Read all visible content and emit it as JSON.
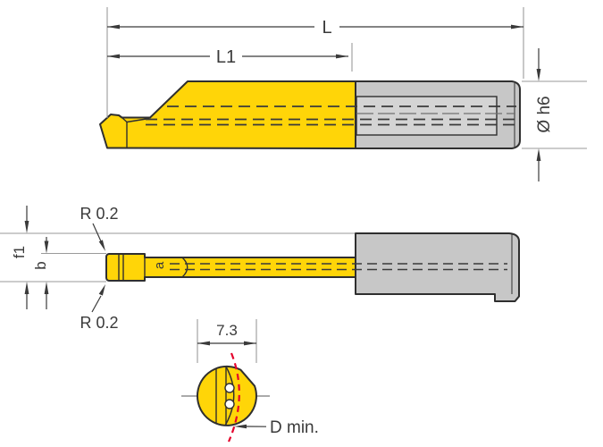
{
  "drawing": {
    "labels": {
      "overall_length": "L",
      "head_length": "L1",
      "shank_diameter": "Ø h6",
      "radius_top": "R 0.2",
      "radius_bottom": "R 0.2",
      "f1": "f1",
      "b": "b",
      "head_width": "7.3",
      "min_bore": "D min.",
      "marking": "a"
    },
    "colors": {
      "tool_yellow": "#FFD508",
      "shank_gray": "#C7C7C7",
      "bore_gray": "#D4D4D4",
      "min_bore_red": "#E4032C",
      "hole_white": "#FFFFFF"
    }
  }
}
